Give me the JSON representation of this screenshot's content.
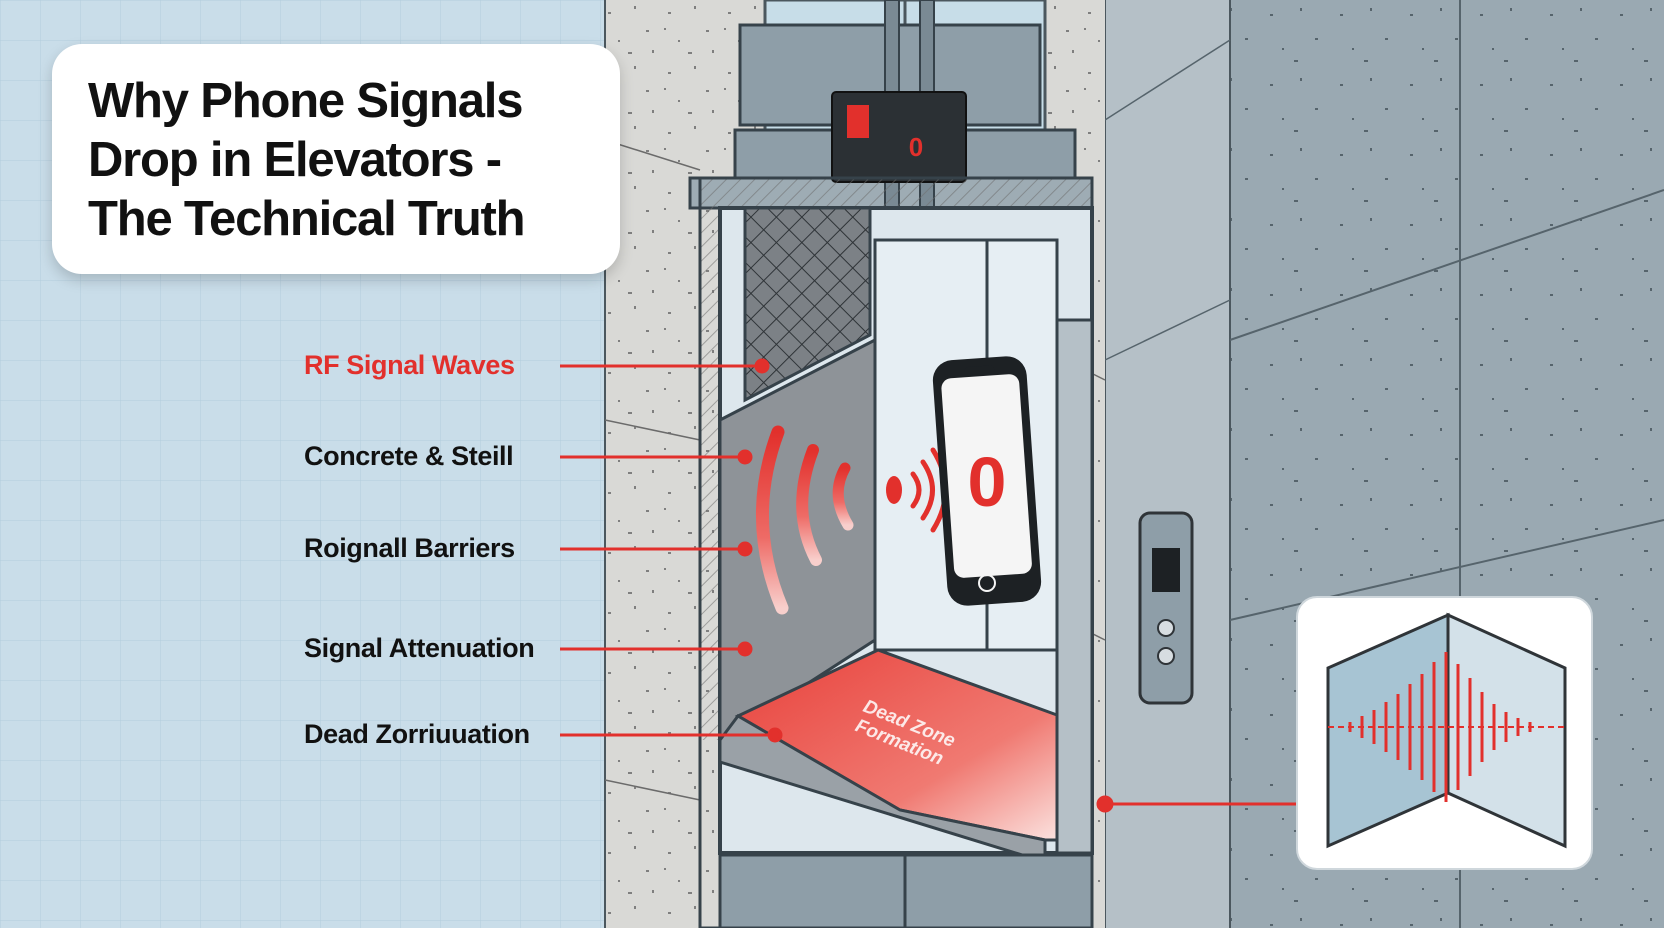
{
  "title": "Why Phone Signals Drop in Elevators - The Technical Truth",
  "labels": {
    "rf_waves": "RF Signal Waves",
    "concrete_steel": "Concrete & Steill",
    "barriers": "Roignall Barriers",
    "attenuation": "Signal Attenuation",
    "dead_zone": "Dead Zorriuuation"
  },
  "floor_text": "Dead Zone Formation",
  "indicator_text": "0",
  "phone_screen_text": "0",
  "colors": {
    "accent": "#e2302c",
    "wall_concrete": "#d9d9d6",
    "shaft_steel": "#8e9ea8",
    "background_grid": "#c9dde9"
  },
  "icons": [
    "elevator-shaft-illustration",
    "smartphone-icon",
    "signal-waves-icon",
    "call-button-panel-icon",
    "attenuation-waveform-icon"
  ]
}
